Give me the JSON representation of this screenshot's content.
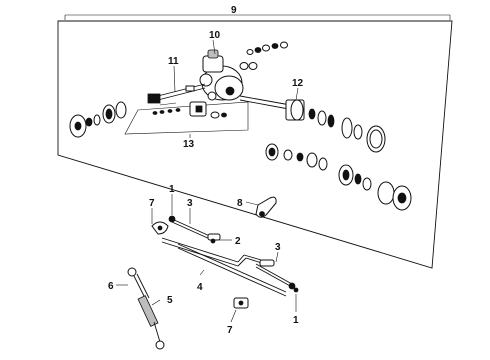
{
  "callouts": {
    "c9": "9",
    "c10": "10",
    "c11": "11",
    "c12": "12",
    "c13": "13",
    "c1_top": "1",
    "c7_top": "7",
    "c3_left": "3",
    "c8": "8",
    "c2": "2",
    "c3_right": "3",
    "c6": "6",
    "c4": "4",
    "c5": "5",
    "c7_bottom": "7",
    "c1_bottom": "1"
  }
}
